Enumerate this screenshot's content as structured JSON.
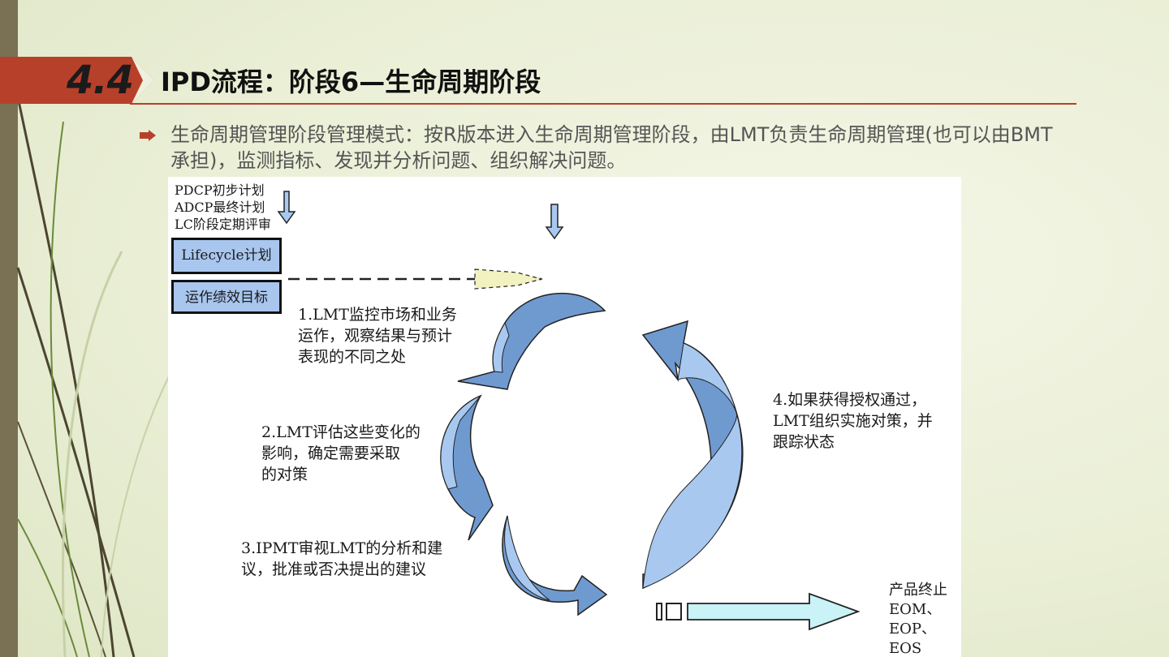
{
  "slide": {
    "section_number": "4.4",
    "title": "IPD流程：阶段6—生命周期阶段",
    "bullet": "生命周期管理阶段管理模式：按R版本进入生命周期管理阶段，由LMT负责生命周期管理(也可以由BMT承担)，监测指标、发现并分析问题、组织解决问题。"
  },
  "diagram": {
    "inputs_label": "PDCP初步计划\nADCP最终计划\nLC阶段定期评审",
    "box_lifecycle": "Lifecycle计划",
    "box_goals": "运作绩效目标",
    "step1": "1.LMT监控市场和业务\n运作，观察结果与预计\n表现的不同之处",
    "step2": "2.LMT评估这些变化的\n影响，确定需要采取\n的对策",
    "step3": "3.IPMT审视LMT的分析和建\n议，批准或否决提出的建议",
    "step4": "4.如果获得授权通过，\nLMT组织实施对策，并\n跟踪状态",
    "end_label": "产品终止\nEOM、\nEOP、\nEOS",
    "colors": {
      "arrow_dark": "#6f9ad0",
      "arrow_light": "#a8c8f0",
      "box_fill": "#a8c6ee",
      "exit_arrow": "#c9f3f6",
      "accent": "#b7402a"
    }
  }
}
